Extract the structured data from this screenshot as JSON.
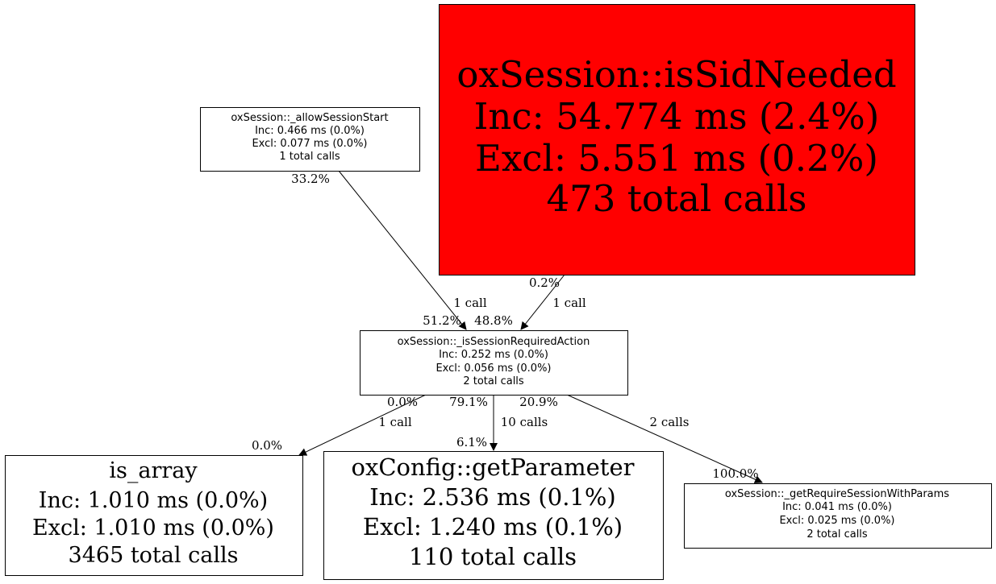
{
  "nodes": {
    "allow_session_start": {
      "name": "oxSession::_allowSessionStart",
      "inc": "Inc: 0.466 ms (0.0%)",
      "excl": "Excl: 0.077 ms (0.0%)",
      "calls": "1 total calls"
    },
    "is_sid_needed": {
      "name": "oxSession::isSidNeeded",
      "inc": "Inc: 54.774 ms (2.4%)",
      "excl": "Excl: 5.551 ms (0.2%)",
      "calls": "473 total calls",
      "fill": "#ff0000"
    },
    "is_session_required_action": {
      "name": "oxSession::_isSessionRequiredAction",
      "inc": "Inc: 0.252 ms (0.0%)",
      "excl": "Excl: 0.056 ms (0.0%)",
      "calls": "2 total calls"
    },
    "is_array": {
      "name": "is_array",
      "inc": "Inc: 1.010 ms (0.0%)",
      "excl": "Excl: 1.010 ms (0.0%)",
      "calls": "3465 total calls"
    },
    "get_parameter": {
      "name": "oxConfig::getParameter",
      "inc": "Inc: 2.536 ms (0.1%)",
      "excl": "Excl: 1.240 ms (0.1%)",
      "calls": "110 total calls"
    },
    "get_require_session_with_params": {
      "name": "oxSession::_getRequireSessionWithParams",
      "inc": "Inc: 0.041 ms (0.0%)",
      "excl": "Excl: 0.025 ms (0.0%)",
      "calls": "2 total calls"
    }
  },
  "edges": [
    {
      "from": "oxSession::_allowSessionStart",
      "to": "oxSession::_isSessionRequiredAction",
      "tail": "33.2%",
      "label": "1 call",
      "head": "51.2%"
    },
    {
      "from": "oxSession::isSidNeeded",
      "to": "oxSession::_isSessionRequiredAction",
      "tail": "0.2%",
      "label": "1 call",
      "head": "48.8%"
    },
    {
      "from": "oxSession::_isSessionRequiredAction",
      "to": "is_array",
      "tail": "0.0%",
      "label": "1 call",
      "head": "0.0%"
    },
    {
      "from": "oxSession::_isSessionRequiredAction",
      "to": "oxConfig::getParameter",
      "tail": "79.1%",
      "label": "10 calls",
      "head": "6.1%"
    },
    {
      "from": "oxSession::_isSessionRequiredAction",
      "to": "oxSession::_getRequireSessionWithParams",
      "tail": "20.9%",
      "label": "2 calls",
      "head": "100.0%"
    }
  ]
}
